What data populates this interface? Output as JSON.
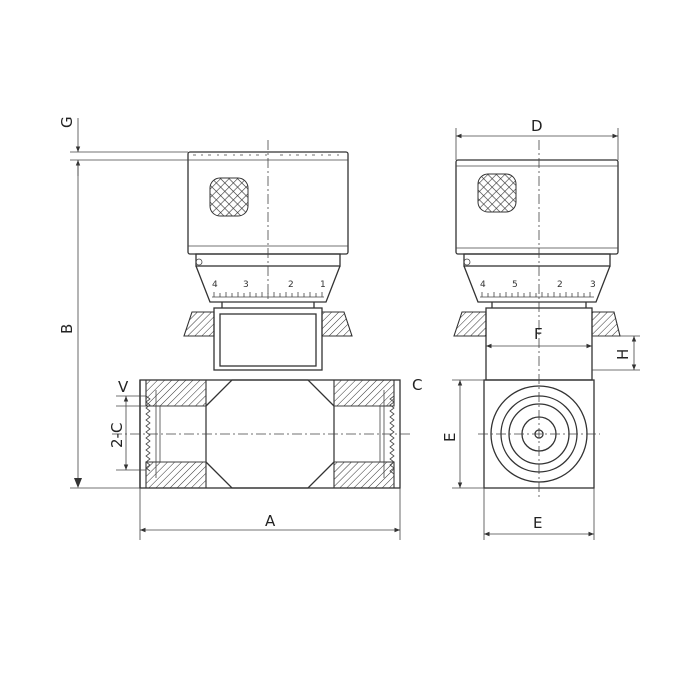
{
  "dimensions": {
    "A": "A",
    "B": "B",
    "C": "C",
    "D": "D",
    "E_height": "E",
    "E_width": "E",
    "F": "F",
    "G": "G",
    "H": "H",
    "V": "V",
    "port": "2-C"
  },
  "dial_scale_front": [
    "4",
    "3",
    "2",
    "1"
  ],
  "dial_scale_side": [
    "4",
    "5",
    "2",
    "3"
  ]
}
